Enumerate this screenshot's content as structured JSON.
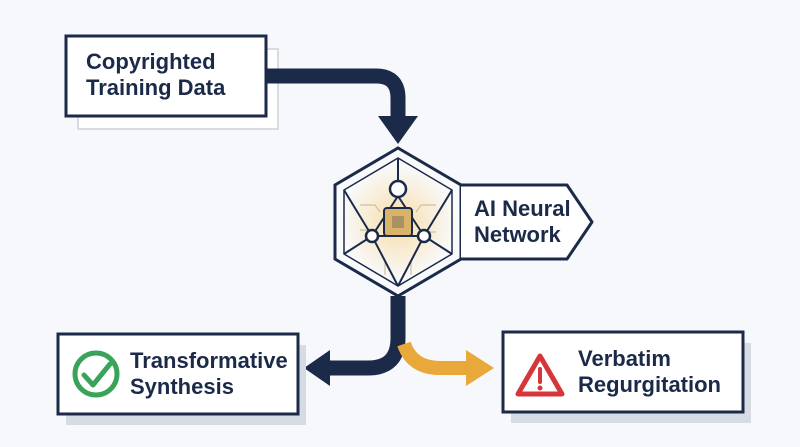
{
  "diagram": {
    "nodes": {
      "input": {
        "line1": "Copyrighted",
        "line2": "Training Data"
      },
      "network": {
        "line1": "AI Neural",
        "line2": "Network"
      },
      "outcome_good": {
        "line1": "Transformative",
        "line2": "Synthesis",
        "icon": "check-circle-icon"
      },
      "outcome_bad": {
        "line1": "Verbatim",
        "line2": "Regurgitation",
        "icon": "warning-triangle-icon"
      }
    },
    "colors": {
      "navy": "#1c2a4a",
      "gold": "#e8a83a",
      "green": "#3aa35a",
      "red": "#d6353a",
      "background": "#f6f8fb"
    }
  }
}
